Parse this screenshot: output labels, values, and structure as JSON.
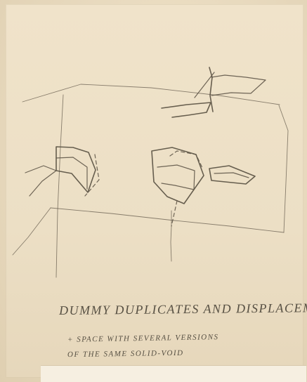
{
  "image": {
    "type": "pencil-sketch-on-paper",
    "colors": {
      "paper": "#ecdfc5",
      "pencil": "#5f5648",
      "ink_text": "#575043"
    }
  },
  "notes": {
    "title": "DUMMY DUPLICATES AND DISPLACEMEN",
    "line1": "+ SPACE WITH SEVERAL VERSIONS",
    "line2": "OF THE SAME SOLID-VOID"
  }
}
